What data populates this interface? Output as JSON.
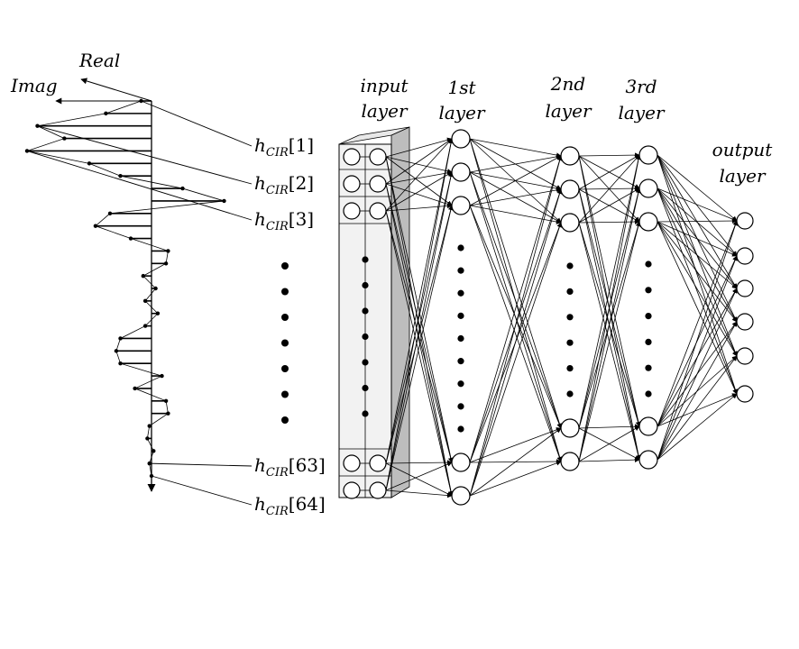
{
  "axis": {
    "real_label": "Real",
    "imag_label": "Imag"
  },
  "cir_labels": {
    "symbol": "h",
    "subscript": "CIR",
    "items": [
      "[1]",
      "[2]",
      "[3]",
      "[63]",
      "[64]"
    ]
  },
  "layer_labels": {
    "input": [
      "input",
      "layer"
    ],
    "first": [
      "1st",
      "layer"
    ],
    "second": [
      "2nd",
      "layer"
    ],
    "third": [
      "3rd",
      "layer"
    ],
    "output": [
      "output",
      "layer"
    ]
  },
  "network": {
    "visible_nodes": {
      "input": 5,
      "hidden1": 5,
      "hidden2": 5,
      "hidden3": 5,
      "output": 6
    },
    "ellipsis_dots": {
      "input": 7,
      "hidden1": 9,
      "hidden2": 6,
      "hidden3": 6
    },
    "cir_row_dots": 7
  },
  "cir_series": {
    "values": [
      -0.05,
      -0.22,
      -0.55,
      -0.42,
      -0.6,
      -0.3,
      -0.15,
      0.15,
      0.35,
      -0.2,
      -0.27,
      -0.1,
      0.08,
      0.07,
      -0.04,
      0.02,
      -0.03,
      0.03,
      -0.03,
      -0.15,
      -0.17,
      -0.15,
      0.05,
      -0.08,
      0.07,
      0.08,
      -0.01,
      -0.02,
      0.01,
      -0.01,
      0.0
    ]
  }
}
